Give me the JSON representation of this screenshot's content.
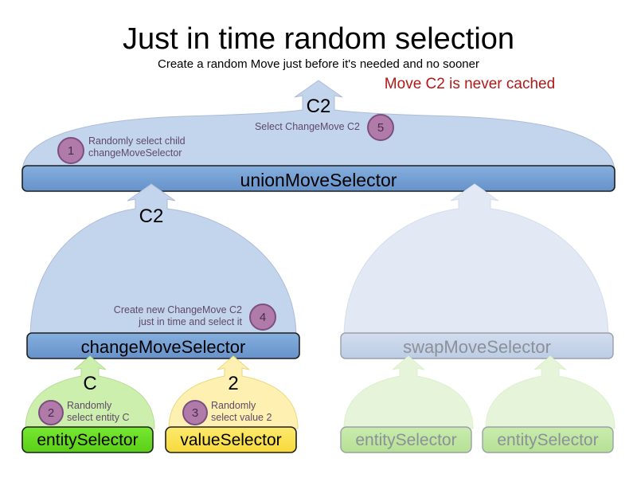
{
  "header": {
    "title": "Just in time random selection",
    "subtitle": "Create a random Move just before it's needed and no sooner",
    "warning": "Move C2 is never cached",
    "warning_color": "#b11818"
  },
  "colors": {
    "funnel_blue": "#c3d4ed",
    "funnel_blue_faded": "#e2e9f4",
    "bar_blue": "#6f9dd4",
    "bar_blue_faded": "#c3d4e8",
    "funnel_green": "#cdefad",
    "funnel_green_faded": "#e6f5da",
    "bar_green": "#66dd22",
    "bar_green_faded": "#bfe8a0",
    "funnel_yellow": "#fdf0b0",
    "bar_yellow": "#fbe14e",
    "badge_fill": "#b07ba8",
    "badge_stroke": "#7d4f80",
    "stroke_dark": "#2a2a2a",
    "stroke_muted": "#9aa0a8",
    "note_text": "#5f4a68"
  },
  "nodes": {
    "union_move_selector": {
      "label": "unionMoveSelector",
      "active": true
    },
    "change_move_selector": {
      "label": "changeMoveSelector",
      "active": true
    },
    "swap_move_selector": {
      "label": "swapMoveSelector",
      "active": false
    },
    "entity_selector_change": {
      "label": "entitySelector",
      "active": true
    },
    "value_selector_change": {
      "label": "valueSelector",
      "active": true
    },
    "entity_selector_swap_1": {
      "label": "entitySelector",
      "active": false
    },
    "entity_selector_swap_2": {
      "label": "entitySelector",
      "active": false
    }
  },
  "move_labels": {
    "top_union_out": "C2",
    "union_to_change": "C2",
    "entity_out": "C",
    "value_out": "2"
  },
  "steps": [
    {
      "number": "1",
      "text_lines": [
        "Randomly select child",
        "changeMoveSelector"
      ],
      "align": "left"
    },
    {
      "number": "2",
      "text_lines": [
        "Randomly",
        "select entity C"
      ],
      "align": "left"
    },
    {
      "number": "3",
      "text_lines": [
        "Randomly",
        "select value 2"
      ],
      "align": "left"
    },
    {
      "number": "4",
      "text_lines": [
        "Create new ChangeMove C2",
        "just in time and select it"
      ],
      "align": "right"
    },
    {
      "number": "5",
      "text_lines": [
        "Select ChangeMove C2"
      ],
      "align": "right"
    }
  ]
}
